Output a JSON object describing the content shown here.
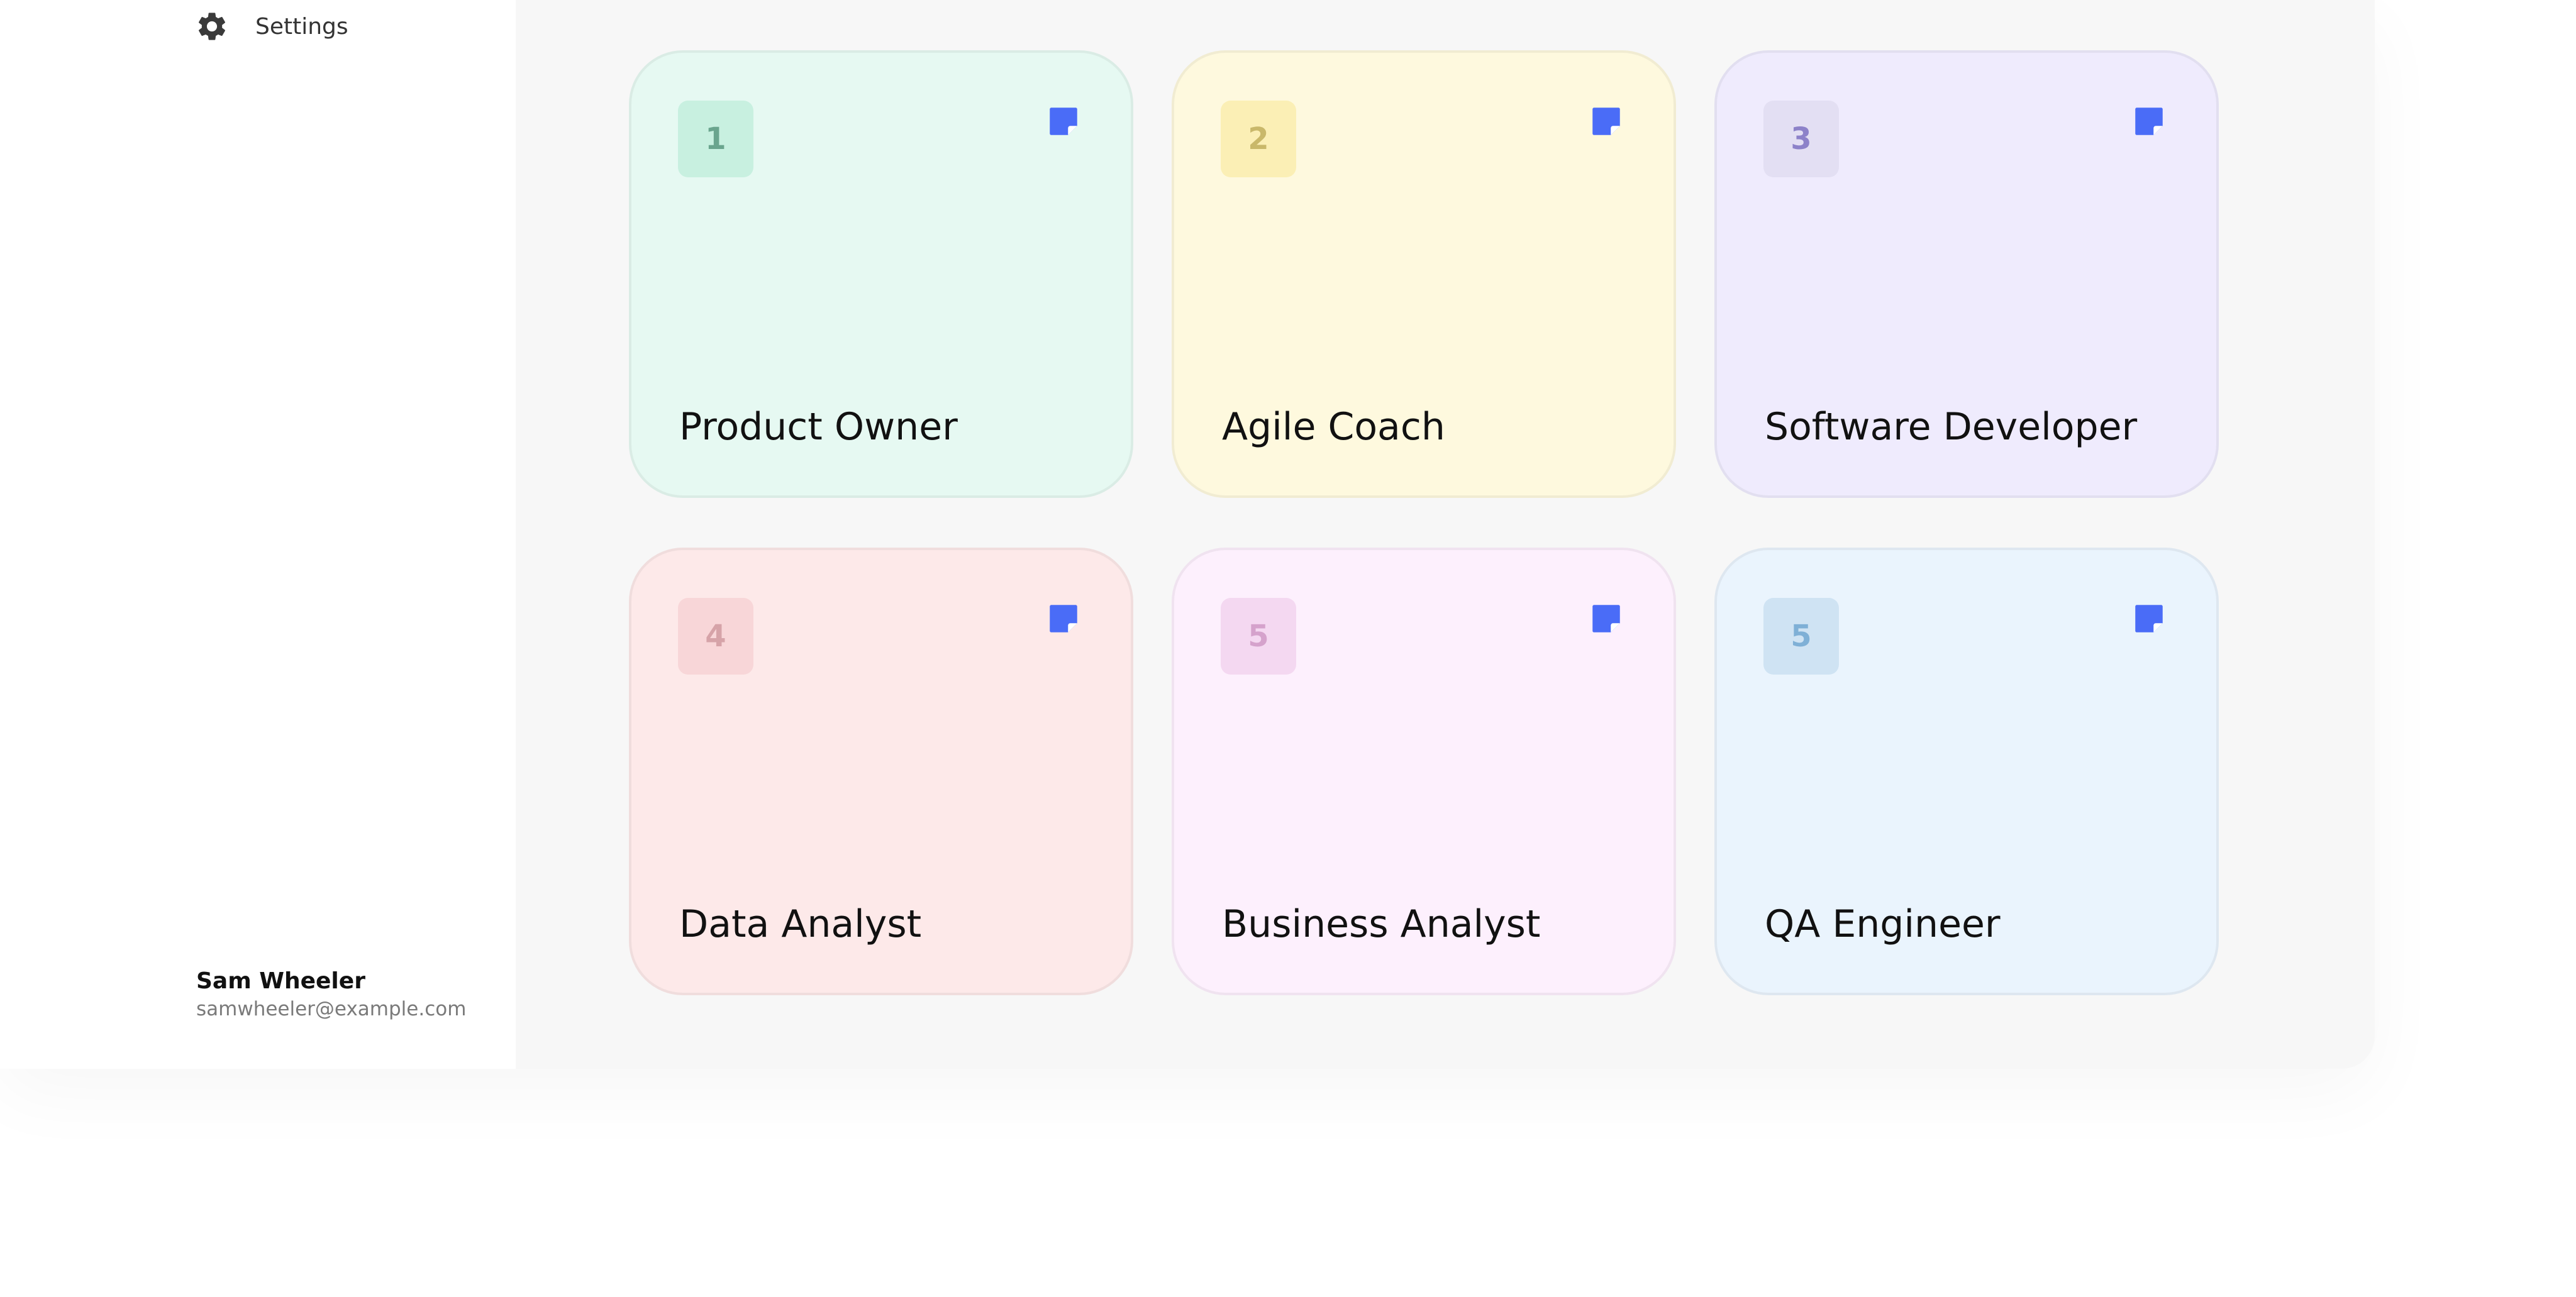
{
  "sidebar": {
    "settings_icon": "gear-icon",
    "settings_label": "Settings",
    "user": {
      "name": "Sam Wheeler",
      "email": "samwheeler@example.com"
    }
  },
  "cards": [
    {
      "number": "1",
      "title": "Product Owner",
      "bg": "#e6f9f2",
      "badge_bg": "#c8f0e0",
      "badge_color": "#6aa58e",
      "icon": "note-icon"
    },
    {
      "number": "2",
      "title": "Agile Coach",
      "bg": "#fef9de",
      "badge_bg": "#fbefb5",
      "badge_color": "#c9b86a",
      "icon": "note-icon"
    },
    {
      "number": "3",
      "title": "Software Developer",
      "bg": "#efebfd",
      "badge_bg": "#e3dff3",
      "badge_color": "#8d82c9",
      "icon": "note-icon"
    },
    {
      "number": "4",
      "title": "Data Analyst",
      "bg": "#fde9e9",
      "badge_bg": "#f8d6d8",
      "badge_color": "#d6a3a8",
      "icon": "note-icon"
    },
    {
      "number": "5",
      "title": "Business Analyst",
      "bg": "#fdf0fd",
      "badge_bg": "#f4d8f1",
      "badge_color": "#d5a2cc",
      "icon": "note-icon"
    },
    {
      "number": "5",
      "title": "QA Engineer",
      "bg": "#eaf4fd",
      "badge_bg": "#cfe3f3",
      "badge_color": "#7fb0d6",
      "icon": "note-icon"
    }
  ],
  "colors": {
    "note_icon": "#4a6cf7",
    "accent": "#4a6cf7"
  }
}
